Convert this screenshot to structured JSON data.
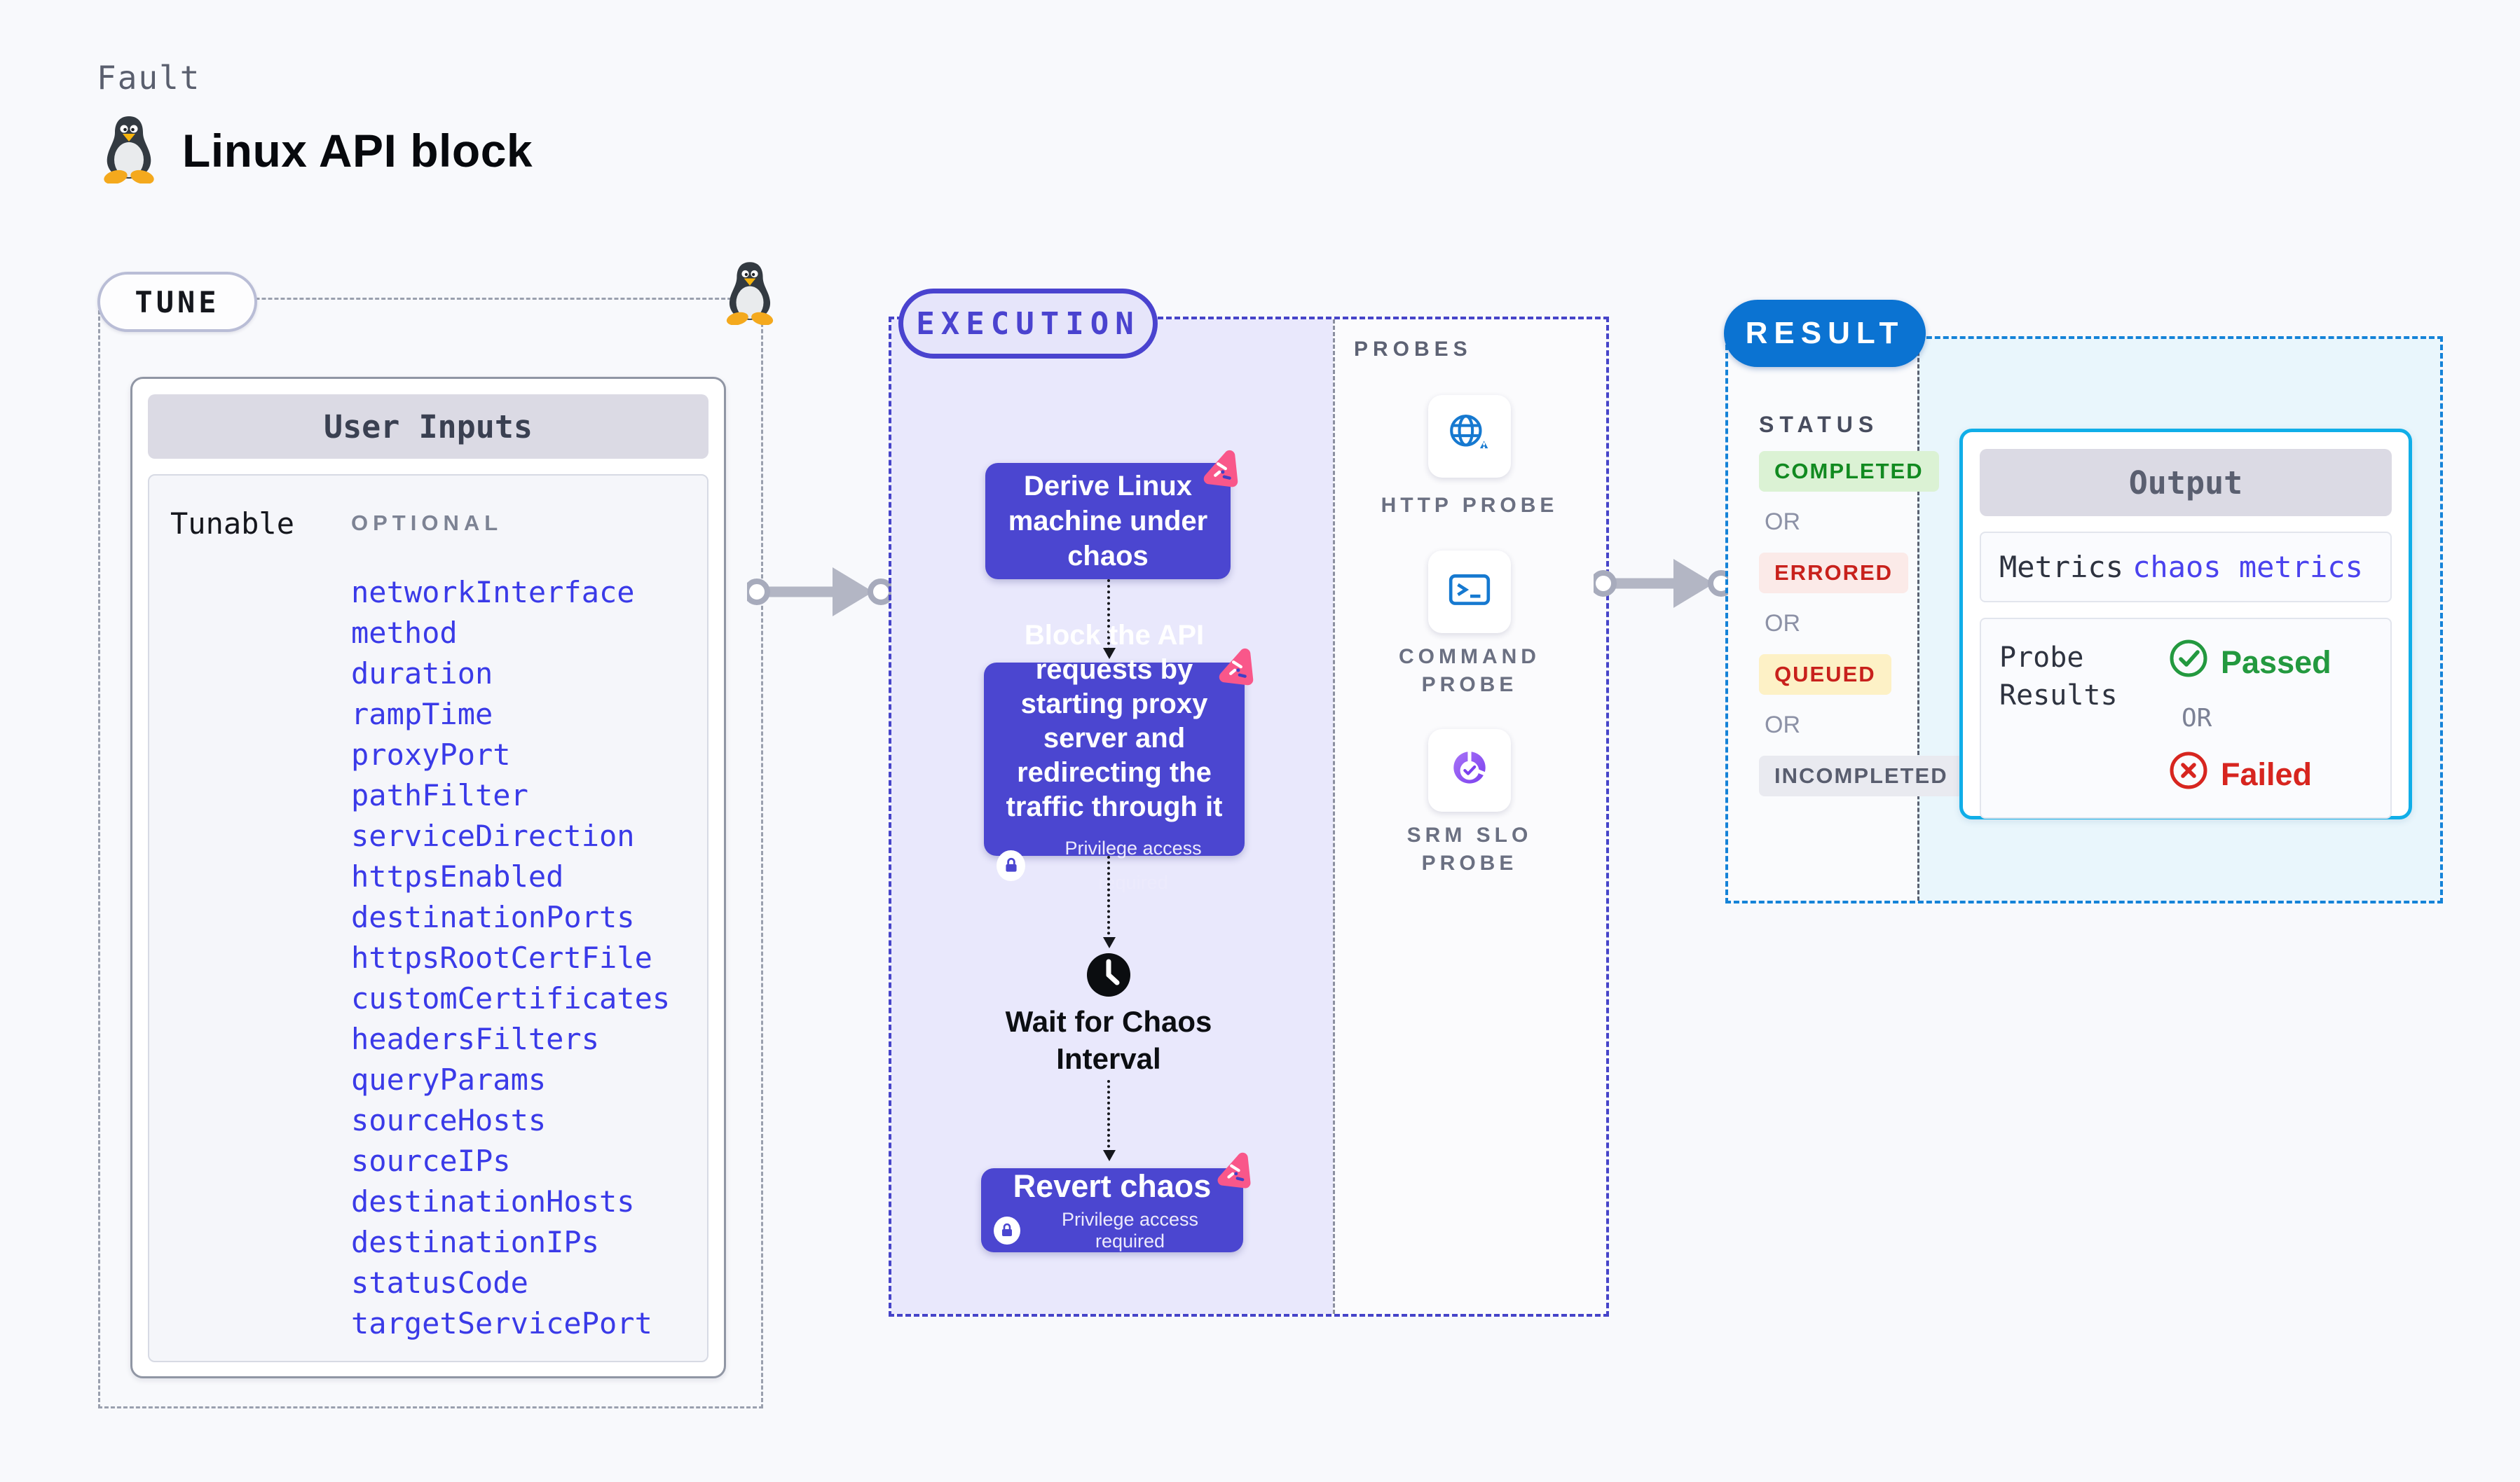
{
  "page": {
    "kicker": "Fault",
    "title": "Linux API block"
  },
  "tune": {
    "pill": "TUNE",
    "card_title": "User Inputs",
    "row_label": "Tunable",
    "row_tag": "OPTIONAL",
    "params": [
      "networkInterface",
      "method",
      "duration",
      "rampTime",
      "proxyPort",
      "pathFilter",
      "serviceDirection",
      "httpsEnabled",
      "destinationPorts",
      "httpsRootCertFile",
      "customCertificates",
      "headersFilters",
      "queryParams",
      "sourceHosts",
      "sourceIPs",
      "destinationHosts",
      "destinationIPs",
      "statusCode",
      "targetServicePort"
    ]
  },
  "execution": {
    "pill": "EXECUTION",
    "step_derive": "Derive Linux machine under chaos",
    "step_block": "Block the API requests by starting proxy server and redirecting the traffic through it",
    "step_wait": "Wait for Chaos Interval",
    "step_revert": "Revert chaos",
    "privilege_note": "Privilege access required"
  },
  "probes": {
    "title": "PROBES",
    "items": [
      {
        "label": "HTTP PROBE",
        "icon": "globe-alert-icon"
      },
      {
        "label": "COMMAND PROBE",
        "icon": "terminal-icon"
      },
      {
        "label": "SRM SLO PROBE",
        "icon": "slo-gauge-icon"
      }
    ]
  },
  "result": {
    "pill": "RESULT",
    "status_title": "STATUS",
    "statuses": [
      {
        "label": "COMPLETED",
        "class": "completed",
        "or": "OR"
      },
      {
        "label": "ERRORED",
        "class": "errored",
        "or": "OR"
      },
      {
        "label": "QUEUED",
        "class": "queued",
        "or": "OR"
      },
      {
        "label": "INCOMPLETED",
        "class": "incompleted",
        "or": ""
      }
    ],
    "output": {
      "title": "Output",
      "metrics_label": "Metrics",
      "metrics_value": "chaos metrics",
      "probe_results_label": "Probe Results",
      "passed": "Passed",
      "or": "OR",
      "failed": "Failed"
    }
  },
  "colors": {
    "page_bg": "#f8f9fc",
    "param_blue": "#3a3ae8",
    "node_indigo": "#4b46d0",
    "execution_indigo": "#4a43cf",
    "execution_bg": "#e9e8fc",
    "chaos_pink": "#f9578a",
    "result_blue": "#0b73d2",
    "output_cyan_border": "#10aee8",
    "output_area_bg": "#e9f6fc",
    "completed_green": "#118a20",
    "errored_red": "#c8211c",
    "queued_yellow_bg": "#fdf1c6",
    "passed_green": "#23993f",
    "failed_red": "#d7251f",
    "probe_icon_blue": "#1679d0",
    "srm_purple": "#7b40ee",
    "tux_yellow": "#f4a91d"
  }
}
